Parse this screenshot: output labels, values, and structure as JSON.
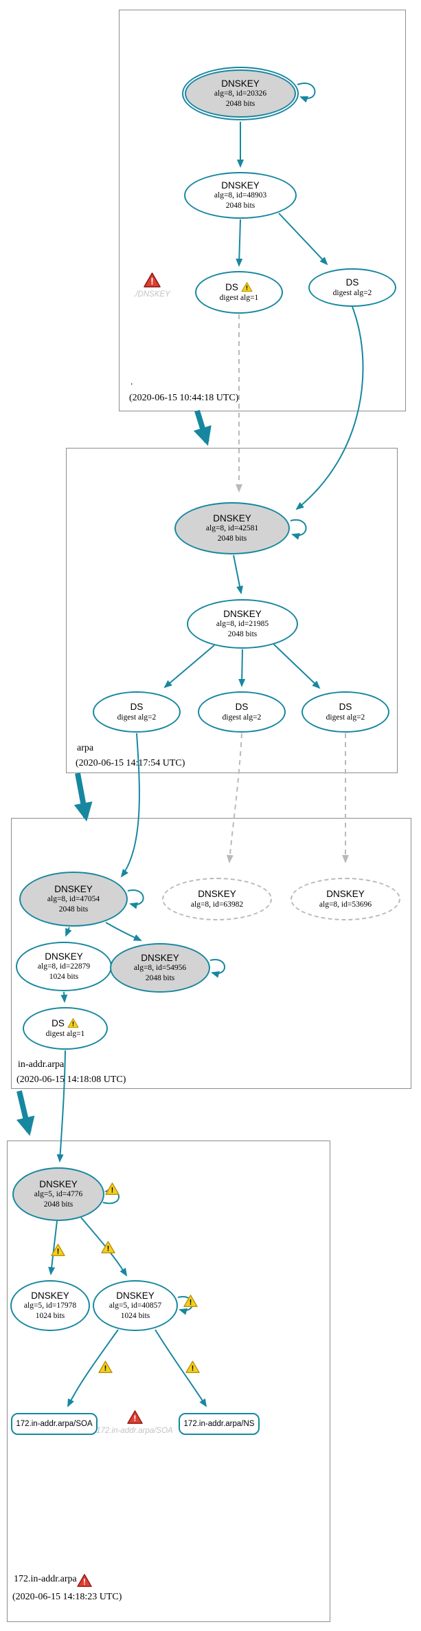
{
  "colors": {
    "teal": "#1787a0",
    "node_fill_gray": "#d3d3d3",
    "dashed_gray": "#b9b9b9",
    "warning_yellow": "#f5cf1c",
    "warning_border": "#b9930e",
    "error_red": "#df3e32",
    "error_border": "#8f1d15",
    "faded_text": "#c3c3c3",
    "zone_border": "#8c8c8c"
  },
  "zones": {
    "root": {
      "label": ".",
      "timestamp": "(2020-06-15 10:44:18 UTC)",
      "nodes": {
        "ksk": {
          "title": "DNSKEY",
          "alg": "alg=8, id=20326",
          "bits": "2048 bits"
        },
        "zsk": {
          "title": "DNSKEY",
          "alg": "alg=8, id=48903",
          "bits": "2048 bits"
        },
        "ds1": {
          "title": "DS",
          "alg": "digest alg=1"
        },
        "ds2": {
          "title": "DS",
          "alg": "digest alg=2"
        },
        "error_label": "./DNSKEY"
      }
    },
    "arpa": {
      "label": "arpa",
      "timestamp": "(2020-06-15 14:17:54 UTC)",
      "nodes": {
        "ksk": {
          "title": "DNSKEY",
          "alg": "alg=8, id=42581",
          "bits": "2048 bits"
        },
        "zsk": {
          "title": "DNSKEY",
          "alg": "alg=8, id=21985",
          "bits": "2048 bits"
        },
        "ds1": {
          "title": "DS",
          "alg": "digest alg=2"
        },
        "ds2": {
          "title": "DS",
          "alg": "digest alg=2"
        },
        "ds3": {
          "title": "DS",
          "alg": "digest alg=2"
        }
      }
    },
    "in_addr": {
      "label": "in-addr.arpa",
      "timestamp": "(2020-06-15 14:18:08 UTC)",
      "nodes": {
        "ksk": {
          "title": "DNSKEY",
          "alg": "alg=8, id=47054",
          "bits": "2048 bits"
        },
        "key63982": {
          "title": "DNSKEY",
          "alg": "alg=8, id=63982"
        },
        "key53696": {
          "title": "DNSKEY",
          "alg": "alg=8, id=53696"
        },
        "zsk": {
          "title": "DNSKEY",
          "alg": "alg=8, id=22879",
          "bits": "1024 bits"
        },
        "key54956": {
          "title": "DNSKEY",
          "alg": "alg=8, id=54956",
          "bits": "2048 bits"
        },
        "ds1": {
          "title": "DS",
          "alg": "digest alg=1"
        }
      }
    },
    "t172": {
      "label": "172.in-addr.arpa",
      "timestamp": "(2020-06-15 14:18:23 UTC)",
      "nodes": {
        "ksk": {
          "title": "DNSKEY",
          "alg": "alg=5, id=4776",
          "bits": "2048 bits"
        },
        "zsk17978": {
          "title": "DNSKEY",
          "alg": "alg=5, id=17978",
          "bits": "1024 bits"
        },
        "zsk40857": {
          "title": "DNSKEY",
          "alg": "alg=5, id=40857",
          "bits": "1024 bits"
        },
        "soa": {
          "label": "172.in-addr.arpa/SOA"
        },
        "soa_bogus": {
          "label": "172.in-addr.arpa/SOA"
        },
        "ns": {
          "label": "172.in-addr.arpa/NS"
        }
      }
    }
  }
}
